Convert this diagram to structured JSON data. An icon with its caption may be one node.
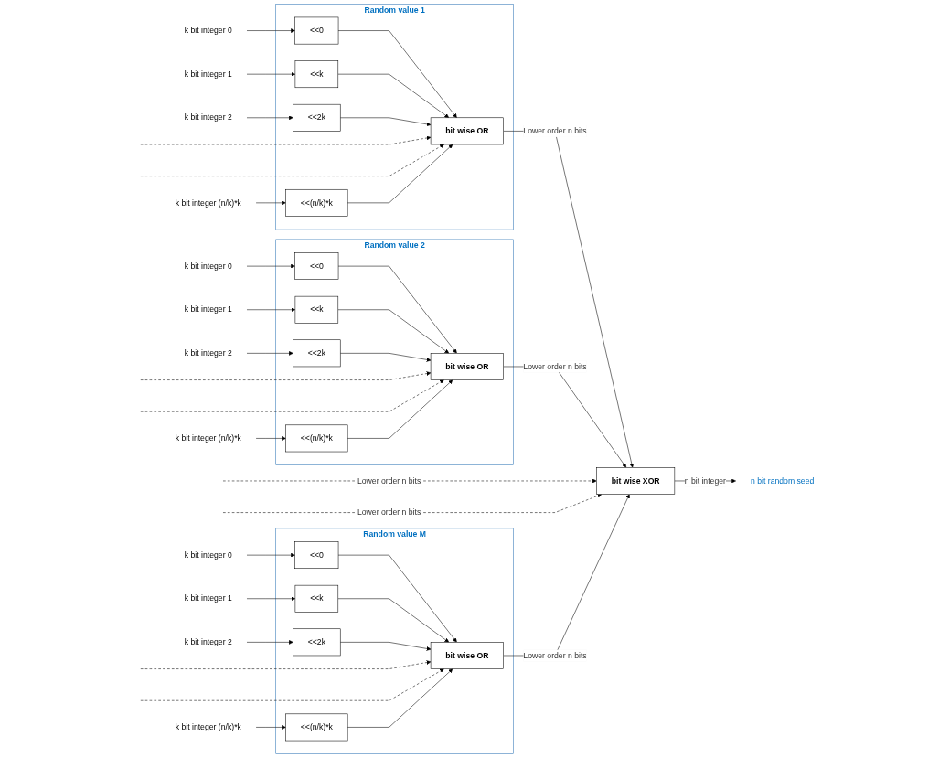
{
  "diagram": {
    "nodes": [
      {
        "text": [
          "Random value 1"
        ]
      },
      {
        "text": [
          "k bit integer 0"
        ]
      },
      {
        "text": [
          "<<0"
        ],
        "in": 0
      },
      {
        "text": [
          "k bit integer 1"
        ]
      },
      {
        "text": [
          "<<k"
        ],
        "in": 0
      },
      {
        "text": [
          "k bit integer 2"
        ]
      },
      {
        "text": [
          "<<2k"
        ],
        "in": 0
      },
      {
        "text": [
          "k bit integer (n/k)*k"
        ]
      },
      {
        "text": [
          "<<(n/k)*k"
        ],
        "in": 0
      },
      {
        "text": [
          "bit wise OR"
        ],
        "in": 0
      },
      {
        "text": [
          "Random value 2"
        ]
      },
      {
        "text": [
          "k bit integer 0"
        ]
      },
      {
        "text": [
          "<<0"
        ],
        "in": 10
      },
      {
        "text": [
          "k bit integer 1"
        ]
      },
      {
        "text": [
          "<<k"
        ],
        "in": 10
      },
      {
        "text": [
          "k bit integer 2"
        ]
      },
      {
        "text": [
          "<<2k"
        ],
        "in": 10
      },
      {
        "text": [
          "k bit integer (n/k)*k"
        ]
      },
      {
        "text": [
          "<<(n/k)*k"
        ],
        "in": 10
      },
      {
        "text": [
          "bit wise OR"
        ],
        "in": 10
      },
      {
        "text": [
          "Random value M"
        ]
      },
      {
        "text": [
          "k bit integer 0"
        ]
      },
      {
        "text": [
          "<<0"
        ],
        "in": 20
      },
      {
        "text": [
          "k bit integer 1"
        ]
      },
      {
        "text": [
          "<<k"
        ],
        "in": 20
      },
      {
        "text": [
          "k bit integer 2"
        ]
      },
      {
        "text": [
          "<<2k"
        ],
        "in": 20
      },
      {
        "text": [
          "k bit integer (n/k)*k"
        ]
      },
      {
        "text": [
          "<<(n/k)*k"
        ],
        "in": 20
      },
      {
        "text": [
          "bit wise OR"
        ],
        "in": 20
      },
      {
        "text": [
          "bit wise XOR"
        ]
      },
      {
        "text": [
          "n bit random seed"
        ]
      }
    ],
    "edges": [
      {
        "from": 1,
        "to": 2,
        "arrow": "to"
      },
      {
        "from": 2,
        "to": 9,
        "arrow": "to"
      },
      {
        "from": 3,
        "to": 4,
        "arrow": "to"
      },
      {
        "from": 4,
        "to": 9,
        "arrow": "to"
      },
      {
        "from": 5,
        "to": 6,
        "arrow": "to"
      },
      {
        "from": 6,
        "to": 9,
        "arrow": "to"
      },
      {
        "from": null,
        "to": 9,
        "arrow": "to",
        "style": "dashed"
      },
      {
        "from": null,
        "to": 9,
        "arrow": "to",
        "style": "dashed"
      },
      {
        "from": 7,
        "to": 8,
        "arrow": "to"
      },
      {
        "from": 8,
        "to": 9,
        "arrow": "to"
      },
      {
        "from": 11,
        "to": 12,
        "arrow": "to"
      },
      {
        "from": 12,
        "to": 19,
        "arrow": "to"
      },
      {
        "from": 13,
        "to": 14,
        "arrow": "to"
      },
      {
        "from": 14,
        "to": 19,
        "arrow": "to"
      },
      {
        "from": 15,
        "to": 16,
        "arrow": "to"
      },
      {
        "from": 16,
        "to": 19,
        "arrow": "to"
      },
      {
        "from": null,
        "to": 19,
        "arrow": "to",
        "style": "dashed"
      },
      {
        "from": null,
        "to": 19,
        "arrow": "to",
        "style": "dashed"
      },
      {
        "from": 17,
        "to": 18,
        "arrow": "to"
      },
      {
        "from": 18,
        "to": 19,
        "arrow": "to"
      },
      {
        "from": 21,
        "to": 22,
        "arrow": "to"
      },
      {
        "from": 22,
        "to": 29,
        "arrow": "to"
      },
      {
        "from": 23,
        "to": 24,
        "arrow": "to"
      },
      {
        "from": 24,
        "to": 29,
        "arrow": "to"
      },
      {
        "from": 25,
        "to": 26,
        "arrow": "to"
      },
      {
        "from": 26,
        "to": 29,
        "arrow": "to"
      },
      {
        "from": null,
        "to": 29,
        "arrow": "to",
        "style": "dashed"
      },
      {
        "from": null,
        "to": 29,
        "arrow": "to",
        "style": "dashed"
      },
      {
        "from": 27,
        "to": 28,
        "arrow": "to"
      },
      {
        "from": 28,
        "to": 29,
        "arrow": "to"
      },
      {
        "from": 9,
        "to": 30,
        "arrow": "to",
        "label": "Lower order n bits"
      },
      {
        "from": 19,
        "to": 30,
        "arrow": "to",
        "label": "Lower order n bits"
      },
      {
        "from": null,
        "to": 30,
        "arrow": "to",
        "style": "dashed",
        "label": "Lower order n bits"
      },
      {
        "from": null,
        "to": 30,
        "arrow": "to",
        "style": "dashed",
        "label": "Lower order n bits"
      },
      {
        "from": 29,
        "to": 30,
        "arrow": "to",
        "label": "Lower order n bits"
      },
      {
        "from": 30,
        "to": 31,
        "arrow": "to",
        "label": "n bit integer"
      }
    ]
  }
}
